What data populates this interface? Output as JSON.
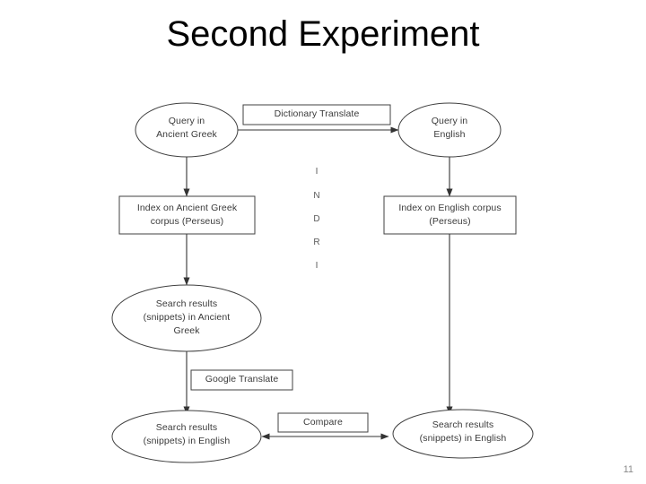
{
  "slide": {
    "title": "Second Experiment",
    "page_number": "11",
    "background_color": "#ffffff",
    "title_color": "#000000"
  },
  "diagram": {
    "type": "flowchart",
    "stroke_color": "#404040",
    "text_color": "#3a3a3a",
    "nodes": [
      {
        "id": "query-ancient-greek",
        "shape": "ellipse",
        "lines": [
          "Query in",
          "Ancient Greek"
        ]
      },
      {
        "id": "query-english",
        "shape": "ellipse",
        "lines": [
          "Query in",
          "English"
        ]
      },
      {
        "id": "index-ancient-greek",
        "shape": "rectangle",
        "lines": [
          "Index on Ancient Greek",
          "corpus (Perseus)"
        ]
      },
      {
        "id": "index-english",
        "shape": "rectangle",
        "lines": [
          "Index on English corpus",
          "(Perseus)"
        ]
      },
      {
        "id": "results-ancient-greek",
        "shape": "ellipse",
        "lines": [
          "Search results",
          "(snippets) in Ancient",
          "Greek"
        ]
      },
      {
        "id": "results-english-left",
        "shape": "ellipse",
        "lines": [
          "Search results",
          "(snippets) in English"
        ]
      },
      {
        "id": "results-english-right",
        "shape": "ellipse",
        "lines": [
          "Search results",
          "(snippets) in English"
        ]
      }
    ],
    "edge_labels": [
      {
        "id": "dictionary-translate",
        "text": "Dictionary Translate",
        "shape": "rectangle"
      },
      {
        "id": "google-translate",
        "text": "Google Translate",
        "shape": "rectangle"
      },
      {
        "id": "compare",
        "text": "Compare",
        "shape": "rectangle"
      }
    ],
    "vertical_letters": [
      "I",
      "N",
      "D",
      "R",
      "I"
    ],
    "edges": [
      {
        "from": "query-ancient-greek",
        "to": "query-english",
        "label": "Dictionary Translate",
        "arrow": "single"
      },
      {
        "from": "query-ancient-greek",
        "to": "index-ancient-greek",
        "arrow": "single"
      },
      {
        "from": "query-english",
        "to": "index-english",
        "arrow": "single"
      },
      {
        "from": "index-ancient-greek",
        "to": "results-ancient-greek",
        "arrow": "single"
      },
      {
        "from": "index-english",
        "to": "results-english-right",
        "arrow": "single"
      },
      {
        "from": "results-ancient-greek",
        "to": "results-english-left",
        "label": "Google Translate",
        "arrow": "single"
      },
      {
        "from": "results-english-right",
        "to": "results-english-left",
        "label": "Compare",
        "arrow": "double"
      }
    ]
  }
}
